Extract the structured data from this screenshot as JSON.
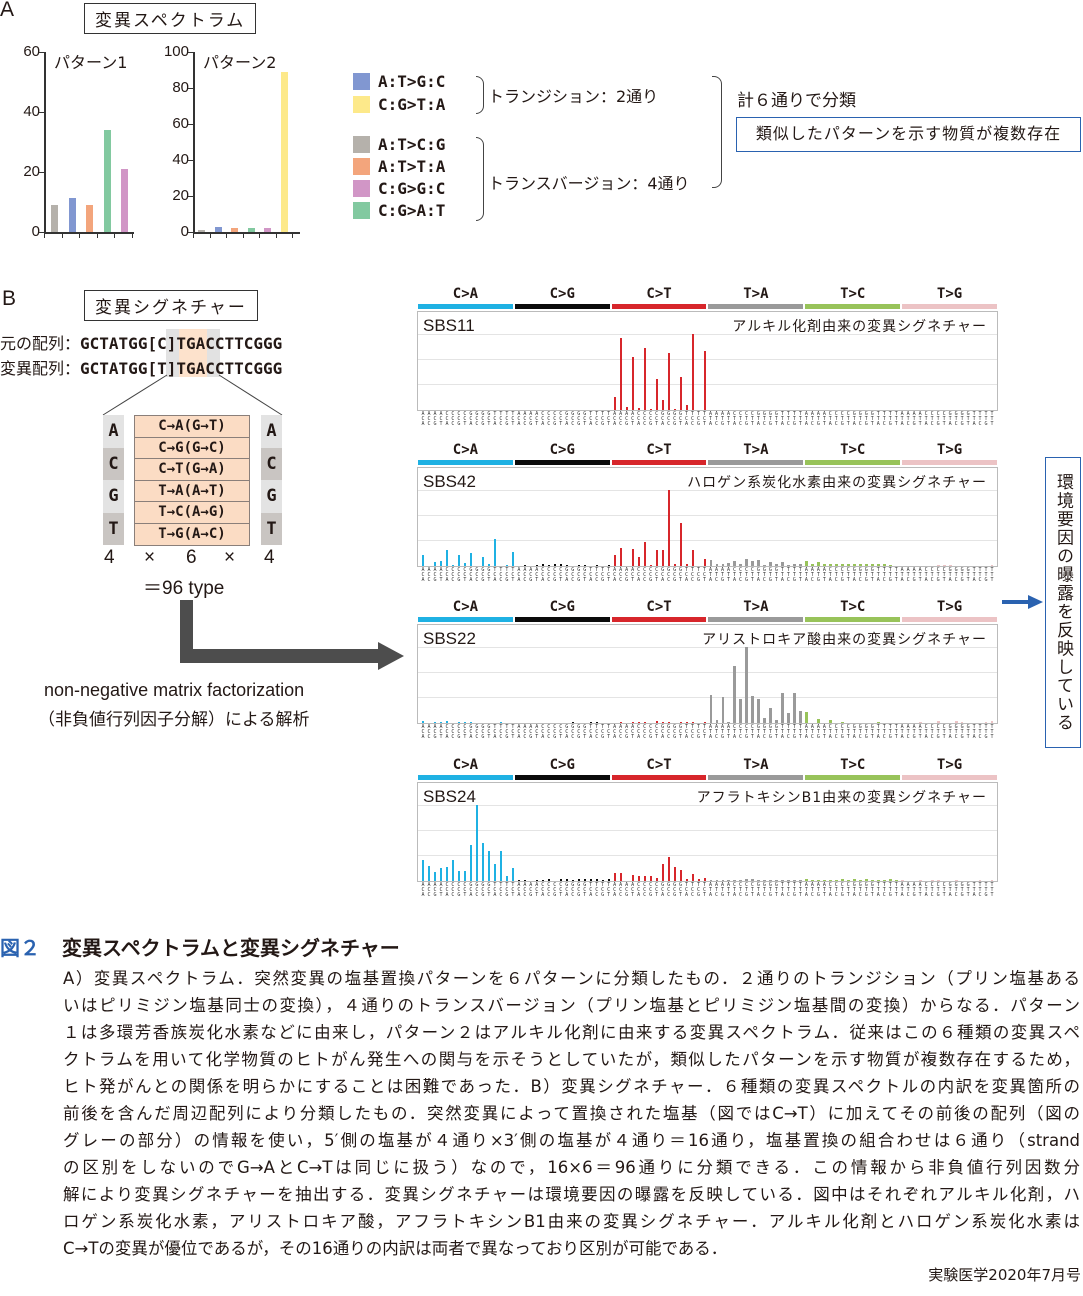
{
  "panel_a": {
    "letter": "A",
    "title": "変異スペクトラム",
    "charts": [
      {
        "title": "パターン1",
        "yticks": [
          "0",
          "20",
          "40",
          "60"
        ],
        "ymax": 60,
        "values": [
          9,
          11.5,
          9,
          34,
          21
        ],
        "colors": [
          "#b5b1ab",
          "#8197d1",
          "#f3a57c",
          "#82c9a0",
          "#d196c6"
        ]
      },
      {
        "title": "パターン2",
        "yticks": [
          "0",
          "20",
          "40",
          "60",
          "80",
          "100"
        ],
        "ymax": 100,
        "values": [
          1,
          3,
          2,
          2,
          2,
          89
        ],
        "colors": [
          "#b5b1ab",
          "#8197d1",
          "#f3a57c",
          "#82c9a0",
          "#d196c6",
          "#fde98a"
        ]
      }
    ],
    "legend": [
      {
        "label": "A:T>G:C",
        "color": "#8197d1"
      },
      {
        "label": "C:G>T:A",
        "color": "#fde98a"
      },
      {
        "label": "A:T>C:G",
        "color": "#b5b1ab"
      },
      {
        "label": "A:T>T:A",
        "color": "#f3a57c"
      },
      {
        "label": "C:G>G:C",
        "color": "#d196c6"
      },
      {
        "label": "C:G>A:T",
        "color": "#82c9a0"
      }
    ],
    "transition_label": "トランジション：2通り",
    "transversion_label": "トランスバージョン：4通り",
    "total_label": "計６通りで分類",
    "note_box": "類似したパターンを示す物質が複数存在"
  },
  "panel_b": {
    "letter": "B",
    "title": "変異シグネチャー",
    "orig_label": "元の配列：",
    "orig_seq": "GCTATGG[C]TGACCTTCGGG",
    "mut_label": "変異配列：",
    "mut_seq": "GCTATGG[T]TGACCTTCGGG",
    "bases": [
      "A",
      "C",
      "G",
      "T"
    ],
    "substitutions": [
      "C→A(G→T)",
      "C→G(G→C)",
      "C→T(G→A)",
      "T→A(A→T)",
      "T→C(A→G)",
      "T→G(A→C)"
    ],
    "formula": [
      "4",
      "×",
      "6",
      "×",
      "4"
    ],
    "result": "＝96 type",
    "nmf_line1": "non-negative matrix factorization",
    "nmf_line2": "（非負値行列因子分解）による解析",
    "side_label": "環境要因の曝露を反映している"
  },
  "chart_data": {
    "type": "bar",
    "categories": [
      "C>A",
      "C>G",
      "C>T",
      "T>A",
      "T>C",
      "T>G"
    ],
    "category_colors": [
      "#1fb1e3",
      "#0b0b0b",
      "#d7262b",
      "#9a9a9a",
      "#98c35a",
      "#ecc3c5"
    ],
    "context_labels": [
      "ACA",
      "ACC",
      "ACG",
      "ACT",
      "CCA",
      "CCC",
      "CCG",
      "CCT",
      "GCA",
      "GCC",
      "GCG",
      "GCT",
      "TCA",
      "TCC",
      "TCG",
      "TCT",
      "ACA",
      "ACC",
      "ACG",
      "ACT",
      "CCA",
      "CCC",
      "CCG",
      "CCT",
      "GCA",
      "GCC",
      "GCG",
      "GCT",
      "TCA",
      "TCC",
      "TCG",
      "TCT",
      "ACA",
      "ACC",
      "ACG",
      "ACT",
      "CCA",
      "CCC",
      "CCG",
      "CCT",
      "GCA",
      "GCC",
      "GCG",
      "GCT",
      "TCA",
      "TCC",
      "TCG",
      "TCT",
      "ATA",
      "ATC",
      "ATG",
      "ATT",
      "CTA",
      "CTC",
      "CTG",
      "CTT",
      "GTA",
      "GTC",
      "GTG",
      "GTT",
      "TTA",
      "TTC",
      "TTG",
      "TTT",
      "ATA",
      "ATC",
      "ATG",
      "ATT",
      "CTA",
      "CTC",
      "CTG",
      "CTT",
      "GTA",
      "GTC",
      "GTG",
      "GTT",
      "TTA",
      "TTC",
      "TTG",
      "TTT",
      "ATA",
      "ATC",
      "ATG",
      "ATT",
      "CTA",
      "CTC",
      "CTG",
      "CTT",
      "GTA",
      "GTC",
      "GTG",
      "GTT",
      "TTA",
      "TTC",
      "TTG",
      "TTT"
    ],
    "ymax": 1.2,
    "signatures": [
      {
        "id": "SBS11",
        "title": "アルキル化剤由来の変異シグネチャー",
        "values": [
          0,
          0,
          0,
          0,
          0,
          0,
          0,
          0,
          0,
          0,
          0,
          0,
          0,
          0,
          0,
          0,
          0,
          0,
          0,
          0,
          0,
          0,
          0,
          0,
          0,
          0,
          0,
          0,
          0,
          0,
          0,
          0,
          0.17,
          0.95,
          0.04,
          0.7,
          0.03,
          0.82,
          0.01,
          0.41,
          0.13,
          0.75,
          0.01,
          0.44,
          0.06,
          1.0,
          0,
          0.77,
          0,
          0,
          0,
          0,
          0,
          0,
          0,
          0,
          0,
          0,
          0,
          0,
          0,
          0,
          0,
          0,
          0,
          0,
          0,
          0,
          0,
          0,
          0,
          0,
          0,
          0,
          0,
          0,
          0,
          0,
          0,
          0,
          0,
          0,
          0,
          0,
          0,
          0,
          0,
          0,
          0,
          0,
          0,
          0,
          0,
          0,
          0,
          0
        ]
      },
      {
        "id": "SBS42",
        "title": "ハロゲン系炭化水素由来の変異シグネチャー",
        "values": [
          0.14,
          0,
          0.05,
          0.07,
          0.21,
          0.01,
          0.14,
          0.04,
          0.17,
          0,
          0.12,
          0.03,
          0.35,
          0,
          0.01,
          0.18,
          0,
          0.01,
          0,
          0.01,
          0.03,
          0.01,
          0.03,
          0.02,
          0.01,
          0,
          0.01,
          0.01,
          0,
          0.01,
          0,
          0.01,
          0.14,
          0.24,
          0,
          0.23,
          0.12,
          0.31,
          0.01,
          0.21,
          0.21,
          1.0,
          0.02,
          0.57,
          0.02,
          0.21,
          0,
          0.09,
          0.08,
          0.03,
          0.03,
          0.04,
          0.07,
          0.02,
          0.09,
          0.06,
          0.08,
          0.01,
          0.05,
          0.02,
          0.05,
          0.01,
          0.03,
          0.03,
          0.07,
          0.02,
          0.05,
          0.02,
          0.02,
          0.02,
          0.02,
          0.02,
          0.03,
          0.02,
          0.02,
          0.02,
          0.03,
          0.02,
          0.01,
          0,
          0,
          0,
          0,
          0,
          0,
          0,
          0.01,
          0.01,
          0.01,
          0,
          0,
          0,
          0,
          0,
          0,
          0.01
        ]
      },
      {
        "id": "SBS22",
        "title": "アリストロキア酸由来の変異シグネチャー",
        "values": [
          0.03,
          0,
          0.01,
          0.01,
          0.02,
          0,
          0.01,
          0.01,
          0.01,
          0,
          0,
          0,
          0,
          0.01,
          0,
          0,
          0,
          0,
          0,
          0,
          0,
          0,
          0,
          0,
          0,
          0.01,
          0,
          0,
          0.01,
          0.01,
          0,
          0,
          0,
          0.01,
          0,
          0.01,
          0.01,
          0.01,
          0,
          0.02,
          0.01,
          0.01,
          0,
          0.01,
          0.01,
          0.01,
          0,
          0.01,
          0.37,
          0.04,
          0.34,
          0.01,
          0.75,
          0.31,
          1.0,
          0.35,
          0.31,
          0.07,
          0.2,
          0.04,
          0.39,
          0.13,
          0.39,
          0.16,
          0.14,
          0,
          0.05,
          0,
          0.04,
          0,
          0.01,
          0,
          0,
          0,
          0,
          0,
          0.01,
          0,
          0,
          0,
          0,
          0,
          0,
          0.01,
          0,
          0,
          0.02,
          0,
          0,
          0.03,
          0.01,
          0,
          0,
          0,
          0.01,
          0.02
        ]
      },
      {
        "id": "SBS24",
        "title": "アフラトキシンB1由来の変異シグネチャー",
        "values": [
          0.28,
          0.2,
          0.12,
          0.17,
          0.19,
          0.27,
          0.13,
          0.13,
          0.47,
          1.0,
          0.5,
          0.4,
          0.23,
          0.39,
          0.07,
          0.17,
          0.01,
          0.01,
          0,
          0.01,
          0.01,
          0.02,
          0,
          0.02,
          0.02,
          0.01,
          0.02,
          0.02,
          0.02,
          0.03,
          0.01,
          0.03,
          0.1,
          0.1,
          0,
          0.08,
          0.06,
          0.07,
          0.06,
          0.04,
          0.22,
          0.32,
          0.18,
          0.15,
          0.03,
          0.09,
          0.03,
          0.04,
          0.01,
          0.01,
          0.01,
          0.01,
          0.01,
          0.01,
          0.02,
          0.02,
          0.01,
          0.01,
          0.01,
          0.01,
          0.01,
          0.01,
          0.01,
          0.01,
          0.03,
          0.01,
          0.01,
          0.01,
          0.01,
          0.01,
          0.02,
          0.01,
          0.02,
          0.01,
          0.02,
          0.01,
          0.01,
          0.01,
          0.02,
          0.01,
          0.01,
          0,
          0,
          0.01,
          0,
          0.01,
          0.01,
          0,
          0,
          0.01,
          0,
          0,
          0,
          0.01,
          0,
          0.01
        ]
      }
    ]
  },
  "caption": {
    "fig_number": "図２",
    "title": "変異スペクトラムと変異シグネチャー",
    "lines": [
      "A）変異スペクトラム．突然変異の塩基置換パターンを６パターンに分類したもの．２通りのトランジション（プリン塩基ある",
      "いはピリミジン塩基同士の変換），４通りのトランスバージョン（プリン塩基とピリミジン塩基間の変換）からなる．パターン",
      "１は多環芳香族炭化水素などに由来し，パターン２はアルキル化剤に由来する変異スペクトラム．従来はこの６種類の変異スペ",
      "クトラムを用いて化学物質のヒトがん発生への関与を示そうとしていたが，類似したパターンを示す物質が複数存在するため，",
      "ヒト発がんとの関係を明らかにすることは困難であった．B）変異シグネチャー．６種類の変異スペクトルの内訳を変異箇所の",
      "前後を含んだ周辺配列により分類したもの．突然変異によって置換された塩基（図ではC→T）に加えてその前後の配列（図の",
      "グレーの部分）の情報を使い，5′側の塩基が４通り×3′側の塩基が４通り＝16通り，塩基置換の組合わせは６通り（strand",
      "の区別をしないのでG→AとC→Tは同じに扱う）なので，16×6＝96通りに分類できる．この情報から非負値行列因数分",
      "解により変異シグネチャーを抽出する．変異シグネチャーは環境要因の曝露を反映している．図中はそれぞれアルキル化剤，ハ",
      "ロゲン系炭化水素，アリストロキア酸，アフラトキシンB1由来の変異シグネチャー．アルキル化剤とハロゲン系炭化水素は",
      "C→Tの変異が優位であるが，その16通りの内訳は両者で異なっており区別が可能である．"
    ],
    "source": "実験医学2020年7月号"
  },
  "colors": {
    "accent_blue": "#2a62b0",
    "arrow_gray": "#4d4d4d"
  }
}
